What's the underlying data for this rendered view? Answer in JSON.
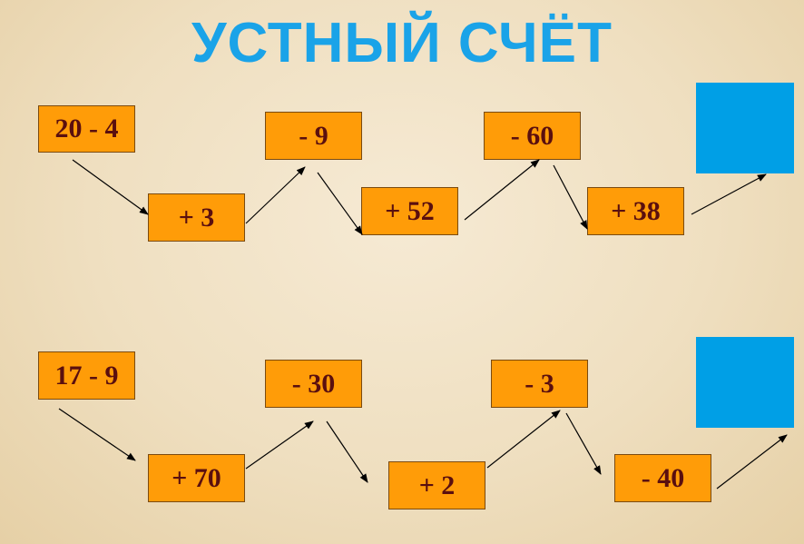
{
  "title": "УСТНЫЙ СЧЁТ",
  "colors": {
    "title": "#1aa3e8",
    "box": "#ff9c08",
    "box_text": "#5a0f0f",
    "answer_square": "#009fe6"
  },
  "chain1": {
    "start": "20 - 4",
    "steps": [
      "+ 3",
      "- 9",
      "+ 52",
      "- 60",
      "+ 38"
    ]
  },
  "chain2": {
    "start": "17 - 9",
    "steps": [
      "+ 70",
      "- 30",
      "+ 2",
      "- 3",
      "- 40"
    ]
  }
}
